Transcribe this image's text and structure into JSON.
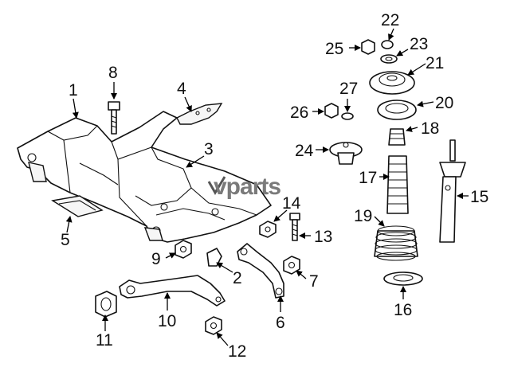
{
  "watermark": {
    "text": "vparts"
  },
  "callouts": {
    "c1": "1",
    "c2": "2",
    "c3": "3",
    "c4": "4",
    "c5": "5",
    "c6": "6",
    "c7": "7",
    "c8": "8",
    "c9": "9",
    "c10": "10",
    "c11": "11",
    "c12": "12",
    "c13": "13",
    "c14": "14",
    "c15": "15",
    "c16": "16",
    "c17": "17",
    "c18": "18",
    "c19": "19",
    "c20": "20",
    "c21": "21",
    "c22": "22",
    "c23": "23",
    "c24": "24",
    "c25": "25",
    "c26": "26",
    "c27": "27"
  }
}
